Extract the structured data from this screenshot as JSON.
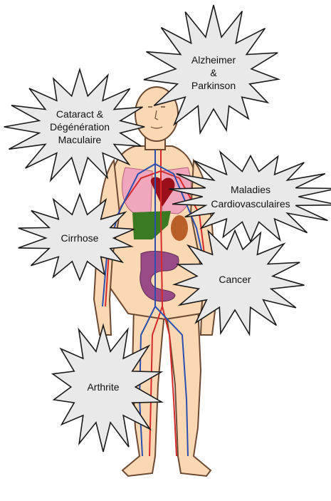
{
  "colors": {
    "skin": "#fbd8b4",
    "skin_outline": "#6b4a33",
    "burst_fill": "#e9e9e9",
    "burst_stroke": "#1a1a1a",
    "artery": "#d62a2a",
    "vein": "#2b4fb0",
    "liver": "#3a7a22",
    "heart": "#9b0f1a",
    "lungs": "#f0a7bd",
    "kidney": "#b85f2a",
    "intestine": "#9a4a86"
  },
  "labels": {
    "alzheimer": [
      "Alzheimer",
      "&",
      "Parkinson"
    ],
    "cataract": [
      "Cataract &",
      "Dégénération",
      "Maculaire"
    ],
    "cardio": [
      "Maladies",
      "Cardiovasculaires"
    ],
    "cirrhose": [
      "Cirrhose"
    ],
    "cancer": [
      "Cancer"
    ],
    "arthrite": [
      "Arthrite"
    ]
  }
}
